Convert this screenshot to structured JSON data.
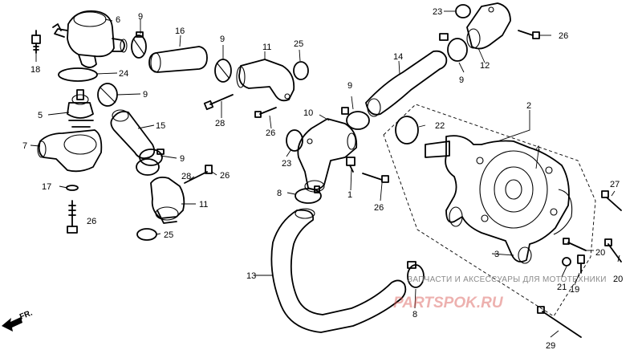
{
  "labels": {
    "p1": "1",
    "p2": "2",
    "p3": "3",
    "p4": "4",
    "p5": "5",
    "p6": "6",
    "p7": "7",
    "p8a": "8",
    "p8b": "8",
    "p9a": "9",
    "p9b": "9",
    "p9c": "9",
    "p9d": "9",
    "p9e": "9",
    "p9f": "9",
    "p10": "10",
    "p11a": "11",
    "p11b": "11",
    "p12": "12",
    "p13": "13",
    "p14": "14",
    "p15": "15",
    "p16": "16",
    "p17": "17",
    "p18": "18",
    "p19": "19",
    "p20a": "20",
    "p20b": "20",
    "p21": "21",
    "p22": "22",
    "p23a": "23",
    "p23b": "23",
    "p24": "24",
    "p25a": "25",
    "p25b": "25",
    "p26a": "26",
    "p26b": "26",
    "p26c": "26",
    "p26d": "26",
    "p26e": "26",
    "p27": "27",
    "p28a": "28",
    "p28b": "28",
    "p29": "29"
  },
  "direction": {
    "text": "FR."
  },
  "watermark": {
    "line1": "ЗАПЧАСТИ И АКСЕССУАРЫ ДЛЯ МОТОТЕХНИКИ",
    "line2": "PARTSPOK.RU"
  }
}
